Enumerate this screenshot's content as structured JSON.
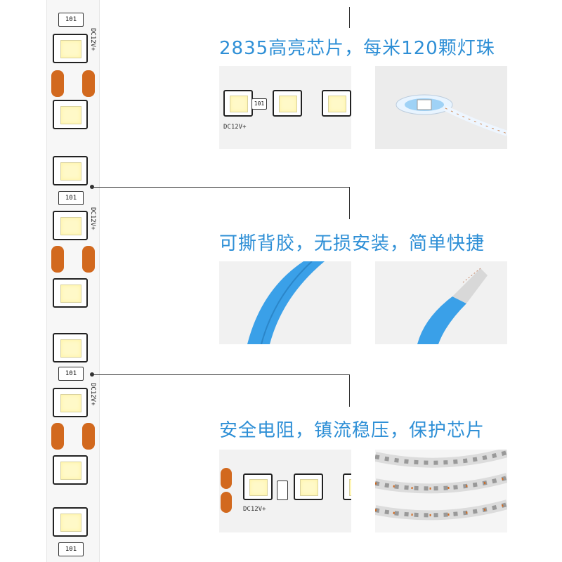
{
  "strip": {
    "resistor_labels": [
      "101",
      "101",
      "101",
      "101"
    ],
    "voltage_label": "DC12V+"
  },
  "sections": [
    {
      "title": "2835高亮芯片，每米120颗灯珠"
    },
    {
      "title": "可撕背胶，无损安装，简单快捷"
    },
    {
      "title": "安全电阻，镇流稳压，保护芯片"
    }
  ],
  "photo1": {
    "resistor": "101",
    "voltage": "DC12V+"
  },
  "photo3": {
    "voltage": "DC12V+"
  },
  "colors": {
    "accent": "#2e8fd6",
    "pad": "#d2691e",
    "tape": "#3aa0e8"
  }
}
